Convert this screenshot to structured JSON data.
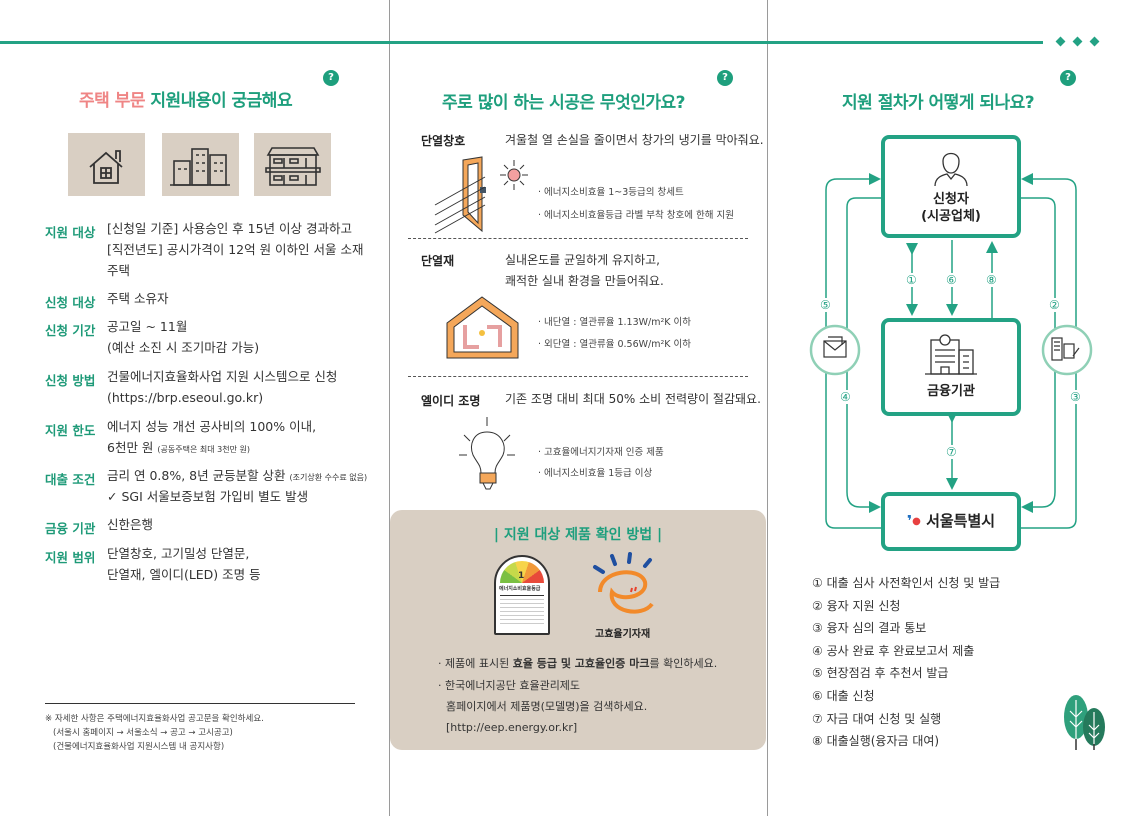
{
  "colors": {
    "accent": "#23a284",
    "pink": "#ef8585",
    "beige": "#d9cfc3"
  },
  "panel1": {
    "title_pink": "주택 부문",
    "title_green": "지원내용이 궁금해요",
    "question_mark": "?",
    "icons": [
      "house-icon",
      "apartment-icon",
      "villa-icon"
    ],
    "rows": [
      {
        "label": "지원 대상",
        "lines": [
          "[신청일 기준] 사용승인 후 15년 이상 경과하고",
          "[직전년도] 공시가격이 12억 원 이하인 서울 소재",
          "주택"
        ]
      },
      {
        "label": "신청 대상",
        "lines": [
          "주택 소유자"
        ]
      },
      {
        "label": "신청 기간",
        "lines": [
          "공고일 ~ 11월",
          "(예산 소진 시 조기마감 가능)"
        ]
      },
      {
        "label": "신청 방법",
        "lines": [
          "건물에너지효율화사업 지원 시스템으로 신청",
          "(https://brp.eseoul.go.kr)"
        ]
      },
      {
        "label": "지원 한도",
        "lines": [
          "에너지 성능 개선 공사비의 100% 이내,",
          "6천만 원"
        ],
        "note": "(공동주택은 최대 3천만 원)"
      },
      {
        "label": "대출 조건",
        "lines": [
          "금리 연 0.8%, 8년 균등분할 상환",
          "✓ SGI 서울보증보험 가입비 별도 발생"
        ],
        "note": "(조기상환 수수료 없음)"
      },
      {
        "label": "금융 기관",
        "lines": [
          "신한은행"
        ]
      },
      {
        "label": "지원 범위",
        "lines": [
          "단열창호, 고기밀성 단열문,",
          "단열재, 엘이디(LED) 조명 등"
        ]
      }
    ],
    "footnote": [
      "※ 자세한 사항은 주택에너지효율화사업 공고문을 확인하세요.",
      "(서울시 홈페이지 → 서울소식 → 공고 → 고시공고)",
      "(건물에너지효율화사업 지원시스템 내 공지사항)"
    ]
  },
  "panel2": {
    "title": "주로 많이 하는 시공은 무엇인가요?",
    "question_mark": "?",
    "sections": [
      {
        "name": "단열창호",
        "desc": [
          "겨울철 열 손실을 줄이면서 창가의 냉기를 막아줘요."
        ],
        "bullets": [
          "· 에너지소비효율 1~3등급의 창세트",
          "· 에너지소비효율등급 라벨 부착 창호에 한해 지원"
        ]
      },
      {
        "name": "단열재",
        "desc": [
          "실내온도를 균일하게 유지하고,",
          "쾌적한 실내 환경을 만들어줘요."
        ],
        "bullets": [
          "· 내단열 : 열관류율 1.13W/m²K 이하",
          "· 외단열 : 열관류율 0.56W/m²K 이하"
        ]
      },
      {
        "name": "엘이디 조명",
        "desc": [
          "기존 조명 대비 최대 50% 소비 전력량이 절감돼요."
        ],
        "bullets": [
          "· 고효율에너지기자재 인증 제품",
          "· 에너지소비효율 1등급 이상"
        ]
      }
    ],
    "check_box": {
      "title": "| 지원 대상 제품 확인 방법 |",
      "label_grade": "1",
      "label_caption": "에너지소비효율등급",
      "cert_caption": "고효율기자재",
      "bullet1_pre": "· 제품에 표시된 ",
      "bullet1_bold": "효율 등급 및 고효율인증 마크",
      "bullet1_post": "를 확인하세요.",
      "bullet2": "· 한국에너지공단 효율관리제도",
      "bullet3": "홈페이지에서 제품명(모델명)을 검색하세요.",
      "bullet4": "[http://eep.energy.or.kr]"
    }
  },
  "panel3": {
    "title": "지원 절차가 어떻게 되나요?",
    "question_mark": "?",
    "applicant": [
      "신청자",
      "(시공업체)"
    ],
    "bank": "금융기관",
    "seoul": "서울특별시",
    "nums": [
      "①",
      "②",
      "③",
      "④",
      "⑤",
      "⑥",
      "⑦",
      "⑧"
    ],
    "steps": [
      "① 대출 심사 사전확인서 신청 및 발급",
      "② 융자 지원 신청",
      "③ 융자 심의 결과 통보",
      "④ 공사 완료 후 완료보고서 제출",
      "⑤ 현장점검 후 추천서 발급",
      "⑥ 대출 신청",
      "⑦ 자금 대여 신청 및 실행",
      "⑧ 대출실행(융자금 대여)"
    ]
  }
}
